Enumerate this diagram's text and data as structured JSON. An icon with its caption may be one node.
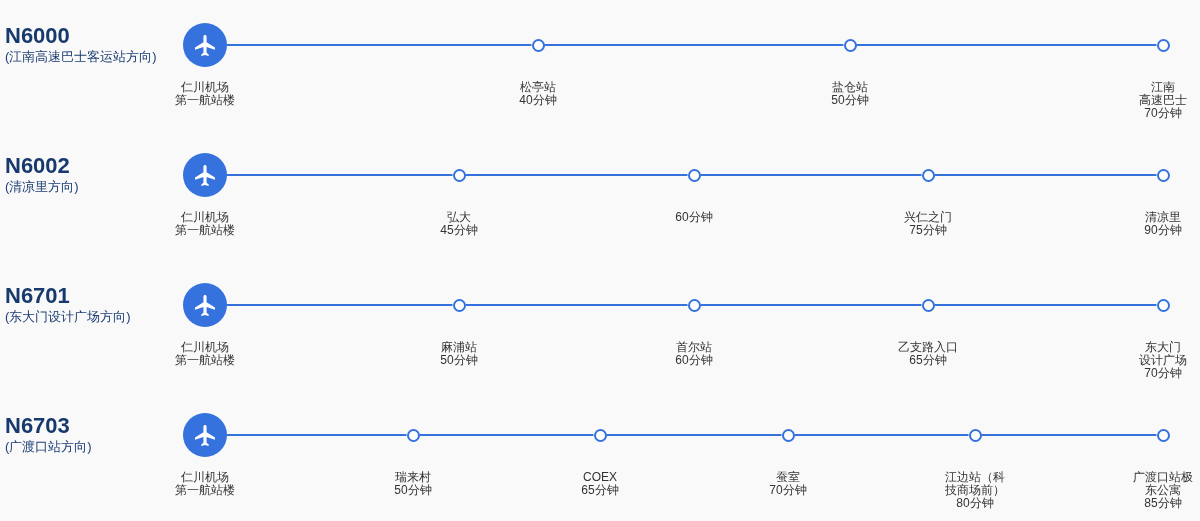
{
  "diagram": {
    "nodes": [
      {
        "text": [],
        "shape": "circle",
        "beside": [
          "仁川机场第一航站楼"
        ]
      },
      {
        "text": [],
        "shape": "circle",
        "beside": [
          "松亭站",
          "40分钟"
        ]
      },
      {
        "text": [],
        "shape": "circle",
        "beside": [
          "盐仓站",
          "50分钟"
        ]
      },
      {
        "text": [],
        "shape": "circle",
        "beside": [
          "江南高速巴士",
          "70分钟"
        ]
      },
      {
        "text": [],
        "shape": "circle",
        "beside": [
          "仁川机场第一航站楼"
        ]
      },
      {
        "text": [],
        "shape": "circle",
        "beside": [
          "弘大",
          "45分钟"
        ]
      },
      {
        "text": [],
        "shape": "circle",
        "beside": [
          "60分钟"
        ]
      },
      {
        "text": [],
        "shape": "circle",
        "beside": [
          "兴仁之门",
          "75分钟"
        ]
      },
      {
        "text": [],
        "shape": "circle",
        "beside": [
          "清凉里",
          "90分钟"
        ]
      },
      {
        "text": [],
        "shape": "circle",
        "beside": [
          "仁川机场第一航站楼"
        ]
      },
      {
        "text": [],
        "shape": "circle",
        "beside": [
          "麻浦站",
          "50分钟"
        ]
      },
      {
        "text": [],
        "shape": "circle",
        "beside": [
          "首尔站",
          "60分钟"
        ]
      },
      {
        "text": [],
        "shape": "circle",
        "beside": [
          "乙支路入口",
          "65分钟"
        ]
      },
      {
        "text": [],
        "shape": "circle",
        "beside": [
          "东大门设计广场",
          "70分钟"
        ]
      },
      {
        "text": [],
        "shape": "circle",
        "beside": [
          "仁川机场第一航站楼"
        ]
      },
      {
        "text": [],
        "shape": "circle",
        "beside": [
          "瑞来村",
          "50分钟"
        ]
      },
      {
        "text": [],
        "shape": "circle",
        "beside": [
          "COEX",
          "65分钟"
        ]
      },
      {
        "text": [],
        "shape": "circle",
        "beside": [
          "蚕室",
          "70分钟"
        ]
      },
      {
        "text": [],
        "shape": "circle",
        "beside": [
          "江边站（科技商场前）",
          "80分钟"
        ]
      },
      {
        "text": [],
        "shape": "circle",
        "beside": [
          "广渡口站极东公寓",
          "85分钟"
        ]
      }
    ],
    "edges": [
      {
        "from": 0,
        "to": 1,
        "arrow": "none"
      },
      {
        "from": 1,
        "to": 2,
        "arrow": "none"
      },
      {
        "from": 2,
        "to": 3,
        "arrow": "none"
      },
      {
        "from": 4,
        "to": 5,
        "arrow": "none"
      },
      {
        "from": 5,
        "to": 6,
        "arrow": "none"
      },
      {
        "from": 6,
        "to": 7,
        "arrow": "none"
      },
      {
        "from": 7,
        "to": 8,
        "arrow": "none"
      },
      {
        "from": 9,
        "to": 10,
        "arrow": "none"
      },
      {
        "from": 10,
        "to": 11,
        "arrow": "none"
      },
      {
        "from": 11,
        "to": 12,
        "arrow": "none"
      },
      {
        "from": 12,
        "to": 13,
        "arrow": "none"
      },
      {
        "from": 14,
        "to": 15,
        "arrow": "none"
      },
      {
        "from": 15,
        "to": 16,
        "arrow": "none"
      },
      {
        "from": 16,
        "to": 17,
        "arrow": "none"
      },
      {
        "from": 17,
        "to": 18,
        "arrow": "none"
      },
      {
        "from": 18,
        "to": 19,
        "arrow": "none"
      }
    ],
    "labels": [
      "N6000",
      "(江南高速巴士客运站方向)",
      "N6002",
      "(清凉里方向)",
      "N6701",
      "(东大门设计广场方向)",
      "N6703",
      "(广渡口站方向)"
    ]
  }
}
